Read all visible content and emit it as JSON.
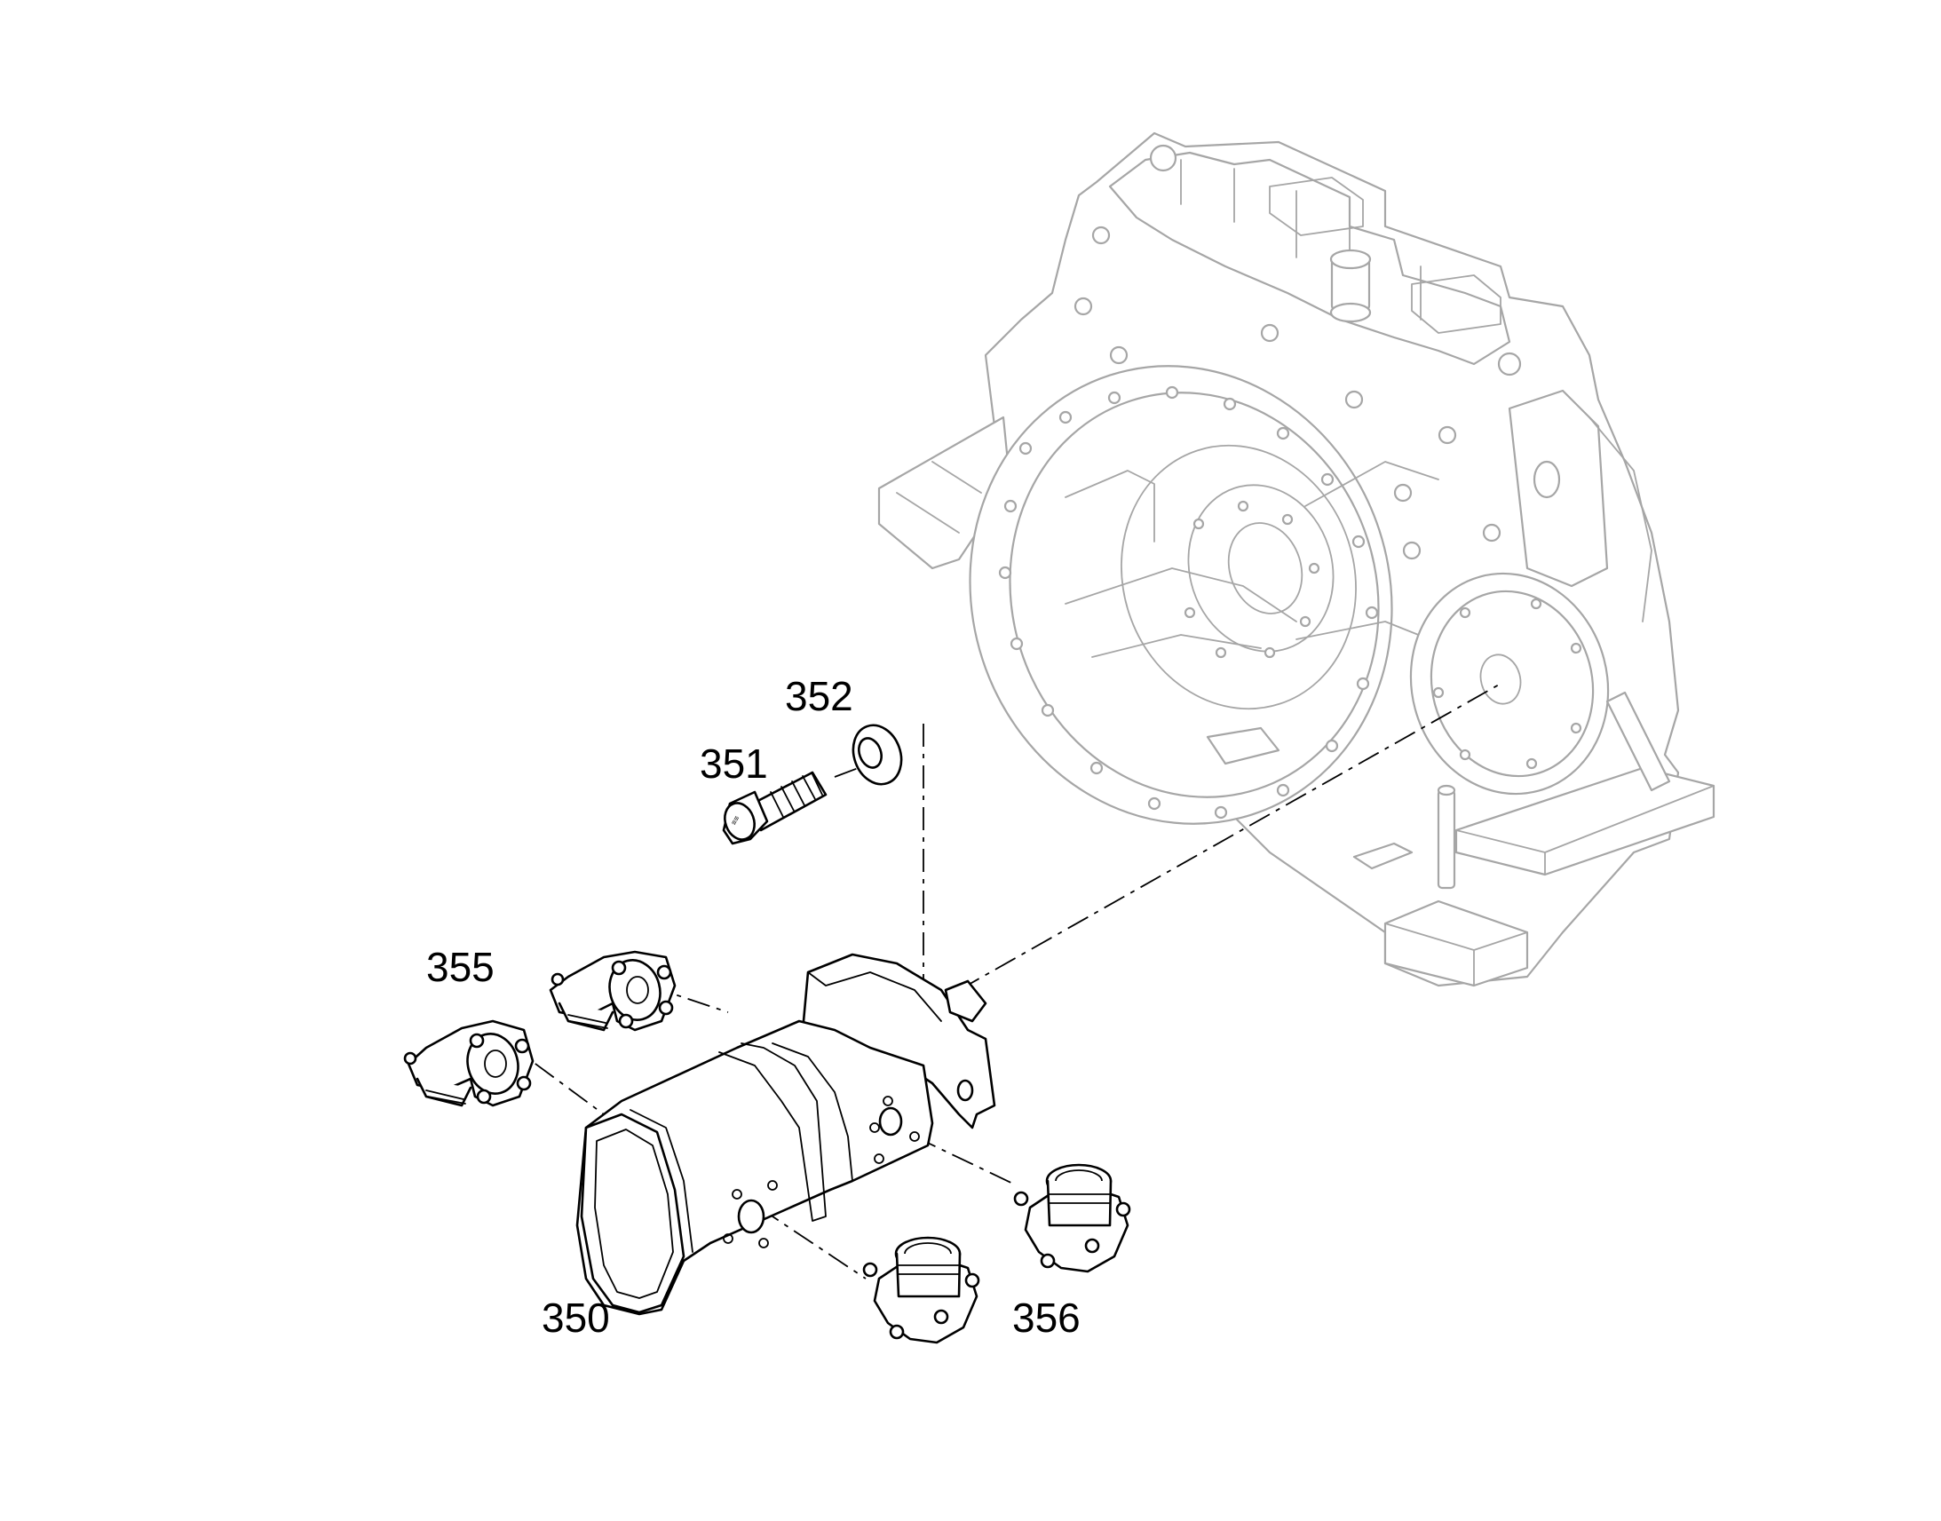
{
  "diagram": {
    "background": "#ffffff",
    "line_color": "#000000",
    "housing_color": "#a6a6a6",
    "callouts": {
      "pump": "350",
      "bolt": "351",
      "washer": "352",
      "inlet_elbow": "355",
      "outlet_elbow": "356"
    }
  }
}
